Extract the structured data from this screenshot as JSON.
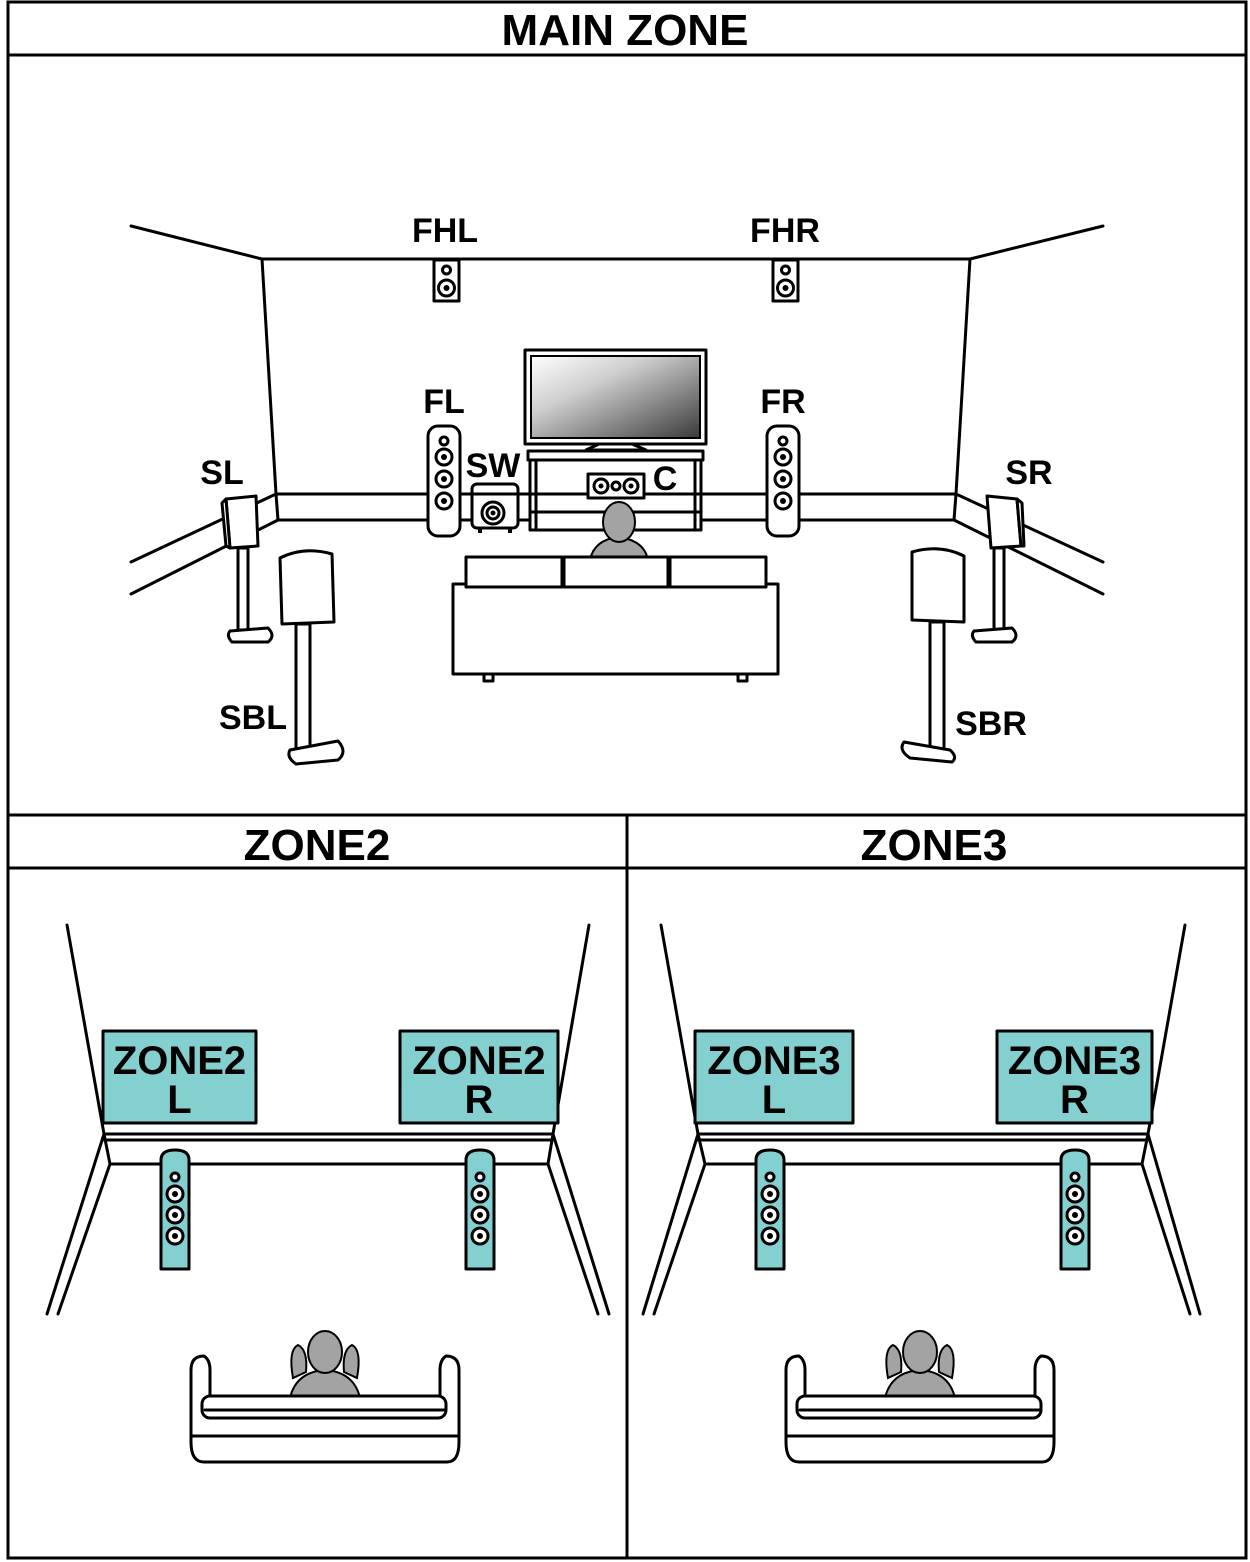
{
  "main_zone": {
    "title": "MAIN ZONE",
    "speakers": {
      "fhl": "FHL",
      "fhr": "FHR",
      "fl": "FL",
      "fr": "FR",
      "sw": "SW",
      "c": "C",
      "sl": "SL",
      "sr": "SR",
      "sbl": "SBL",
      "sbr": "SBR"
    }
  },
  "zone2": {
    "title": "ZONE2",
    "left": {
      "line1": "ZONE2",
      "line2": "L"
    },
    "right": {
      "line1": "ZONE2",
      "line2": "R"
    }
  },
  "zone3": {
    "title": "ZONE3",
    "left": {
      "line1": "ZONE3",
      "line2": "L"
    },
    "right": {
      "line1": "ZONE3",
      "line2": "R"
    }
  },
  "colors": {
    "label_box": "#84cfcf",
    "person": "#a3a3a3"
  }
}
